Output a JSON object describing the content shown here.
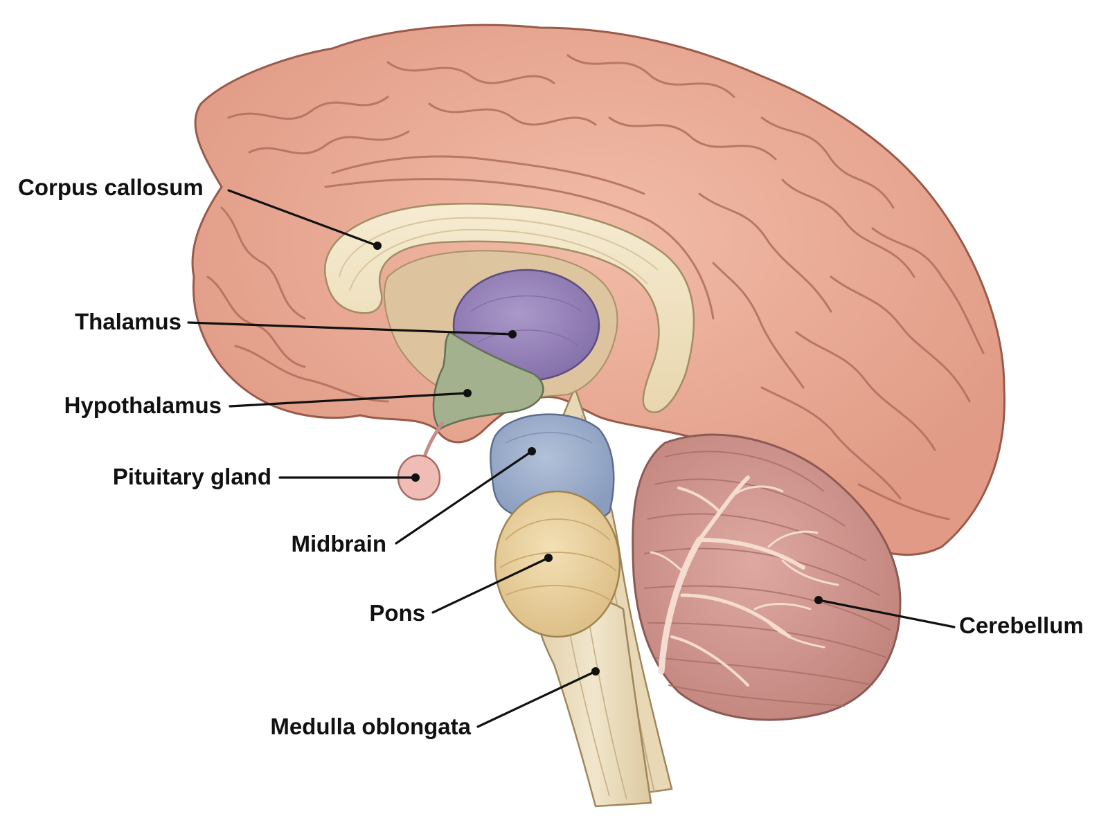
{
  "labels": {
    "corpus_callosum": "Corpus callosum",
    "thalamus": "Thalamus",
    "hypothalamus": "Hypothalamus",
    "pituitary_gland": "Pituitary gland",
    "midbrain": "Midbrain",
    "pons": "Pons",
    "medulla_oblongata": "Medulla oblongata",
    "cerebellum": "Cerebellum"
  },
  "colors": {
    "cerebrum": "#e8a892",
    "cerebrum_outline": "#9a5a4a",
    "gyrus_line": "#b87462",
    "corpus_callosum": "#f1e4c6",
    "thalamus": "#9b86bb",
    "hypothalamus": "#a3b08e",
    "pituitary_gland": "#efbdb5",
    "midbrain": "#9fb0cc",
    "pons": "#ead2a0",
    "medulla_oblongata": "#e9dcbd",
    "cerebellum": "#d29a93",
    "arbor_vitae": "#f3d6c9",
    "text": "#111111"
  }
}
